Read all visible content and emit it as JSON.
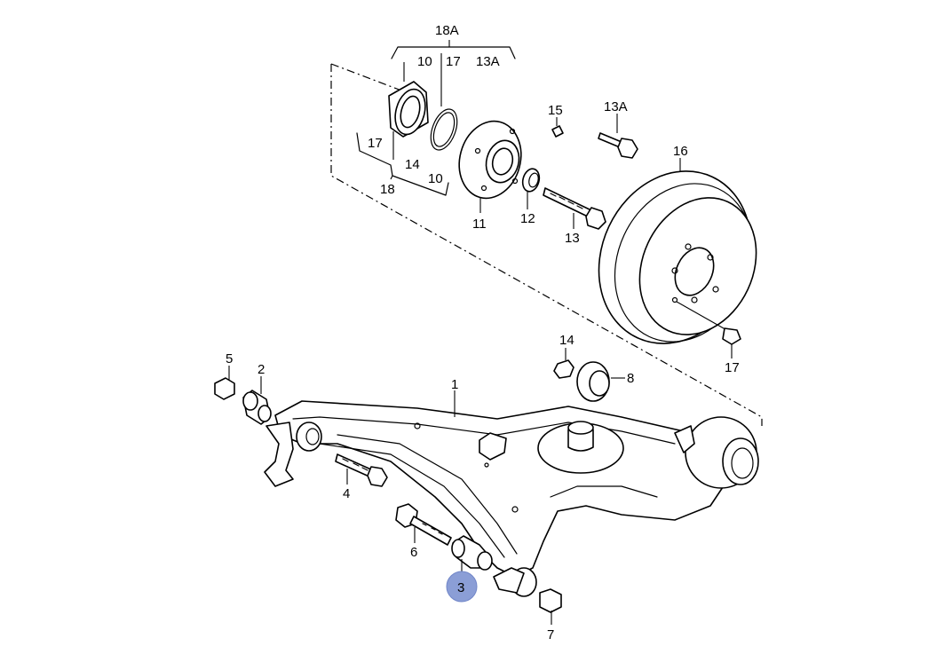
{
  "highlight_color": "#8b9ed6",
  "highlighted_part": "3",
  "callouts": {
    "c18A": "18A",
    "c10a": "10",
    "c17a": "17",
    "c13Aa": "13A",
    "c17b": "17",
    "c14a": "14",
    "c10b": "10",
    "c18": "18",
    "c15": "15",
    "c13Ab": "13A",
    "c16": "16",
    "c11": "11",
    "c12": "12",
    "c13": "13",
    "c14b": "14",
    "c17c": "17",
    "c8": "8",
    "c5": "5",
    "c2": "2",
    "c1": "1",
    "c4": "4",
    "c6": "6",
    "c3": "3",
    "c7": "7"
  }
}
